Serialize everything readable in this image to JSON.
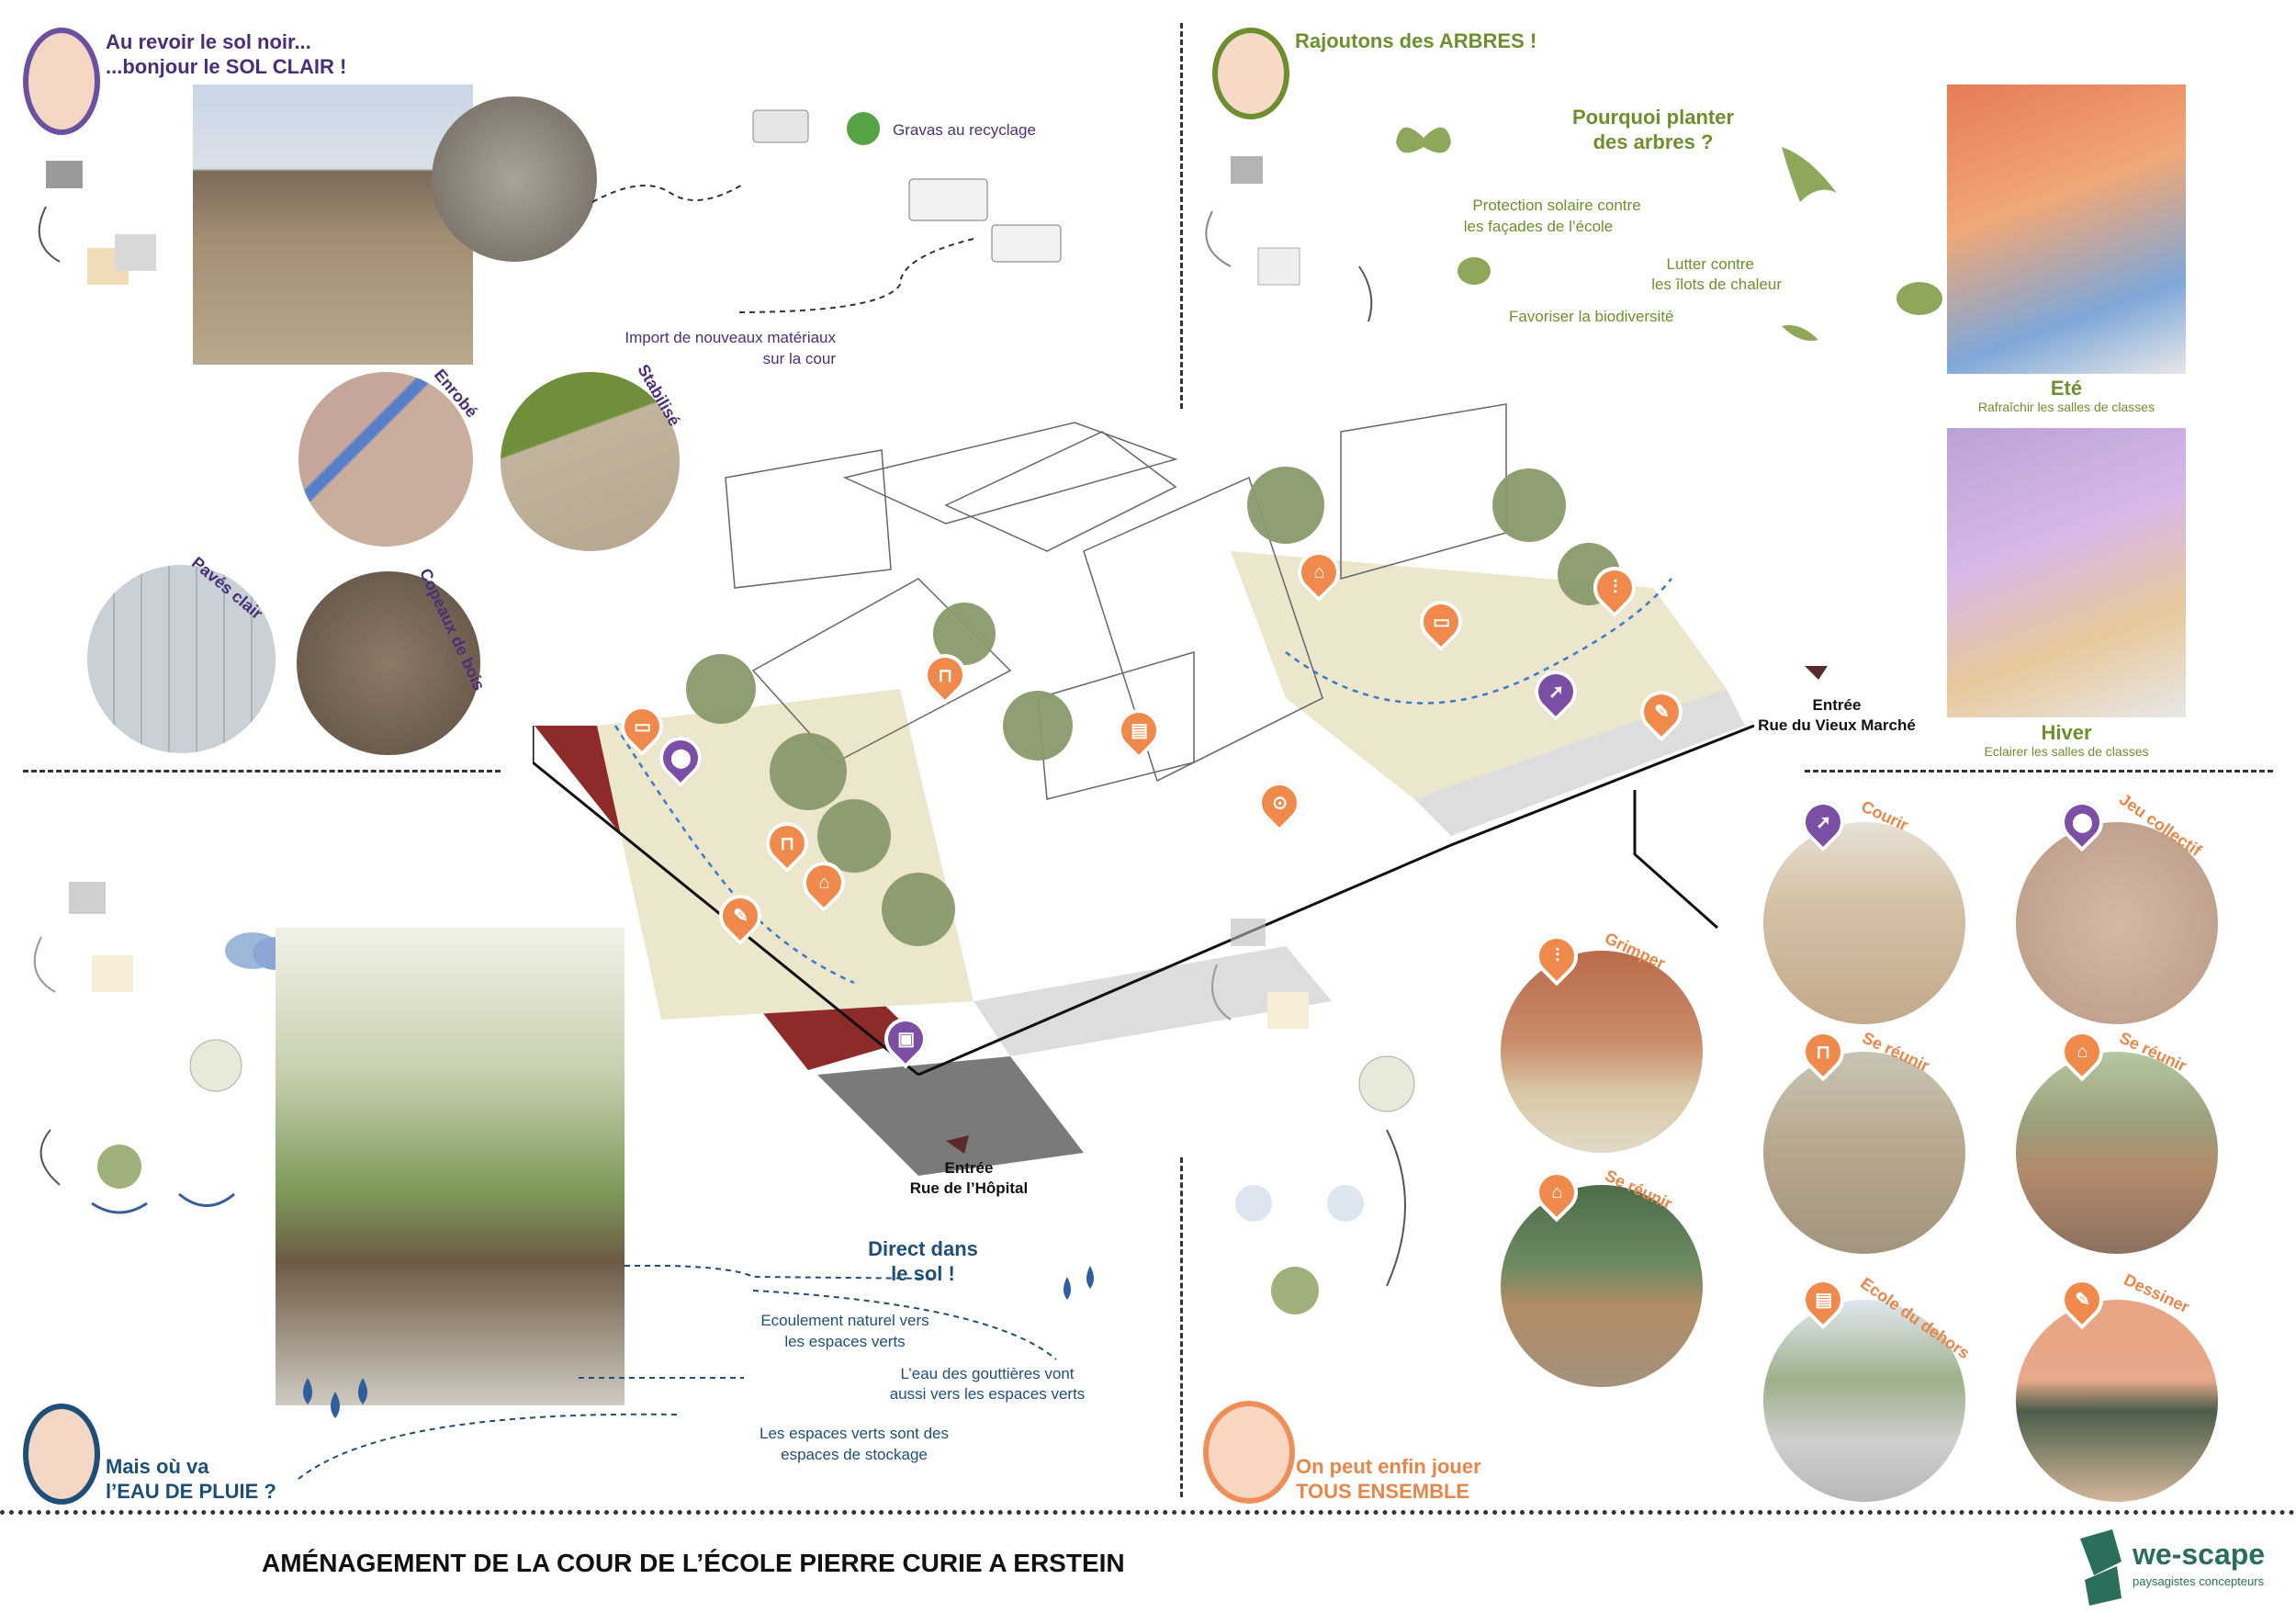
{
  "colors": {
    "purple": "#4a2f78",
    "green": "#6f8f2e",
    "orange": "#e8864a",
    "navy": "#1f4e79",
    "pin_orange": "#ef8a4c",
    "pin_purple": "#7b4fa3"
  },
  "q1": {
    "title_line1": "Au revoir le sol noir...",
    "title_line2": "...bonjour le SOL CLAIR !",
    "recycle_label": "Gravas au recyclage",
    "import_line1": "Import de nouveaux matériaux",
    "import_line2": "sur la cour",
    "materials": [
      "Enrobé",
      "Stabilisé",
      "Pavés clair",
      "Copeaux de bois"
    ]
  },
  "q2": {
    "title": "Rajoutons des ARBRES !",
    "question_line1": "Pourquoi planter",
    "question_line2": "des arbres ?",
    "reason1_line1": "Protection solaire contre",
    "reason1_line2": "les façades de l’école",
    "reason2_line1": "Lutter contre",
    "reason2_line2": "les îlots de chaleur",
    "reason3": "Favoriser la biodiversité",
    "summer_title": "Eté",
    "summer_sub": "Rafraîchir les salles de classes",
    "winter_title": "Hiver",
    "winter_sub": "Eclairer les salles de classes"
  },
  "plan": {
    "entry1_line1": "Entrée",
    "entry1_line2": "Rue du Vieux Marché",
    "entry2_line1": "Entrée",
    "entry2_line2": "Rue de l’Hôpital"
  },
  "q3": {
    "title_line1": "Mais où va",
    "title_line2": "l’EAU DE PLUIE ?",
    "direct_line1": "Direct dans",
    "direct_line2": "le sol !",
    "note1_line1": "Ecoulement naturel vers",
    "note1_line2": "les espaces verts",
    "note2_line1": "L’eau des gouttières vont",
    "note2_line2": "aussi vers les espaces verts",
    "note3_line1": "Les espaces verts sont des",
    "note3_line2": "espaces de stockage"
  },
  "q4": {
    "title_line1": "On peut enfin jouer",
    "title_line2": "TOUS ENSEMBLE",
    "activities": [
      "Grimper",
      "Se réunir",
      "Courir",
      "Jeu collectif",
      "Se réunir",
      "Se réunir",
      "Ecole du dehors",
      "Dessiner"
    ]
  },
  "footer": {
    "title": "AMÉNAGEMENT DE LA COUR DE L’ÉCOLE PIERRE CURIE A ERSTEIN",
    "brand": "we-scape",
    "brand_sub": "paysagistes concepteurs"
  }
}
